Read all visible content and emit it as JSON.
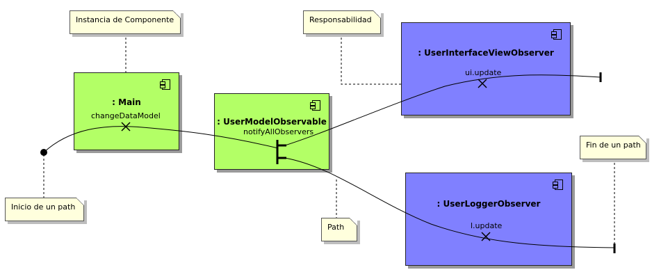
{
  "notes": {
    "instancia": "Instancia de Componente",
    "responsabilidad": "Responsabilidad",
    "fin": "Fin de un path",
    "inicio": "Inicio de un path",
    "path": "Path"
  },
  "components": {
    "main": {
      "title": ": Main",
      "responsibility": "changeDataModel",
      "color": "#b3ff66"
    },
    "model": {
      "title": ": UserModelObservable",
      "responsibility": "notifyAllObservers",
      "color": "#b3ff66"
    },
    "ui": {
      "title": ": UserInterfaceViewObserver",
      "responsibility": "ui.update",
      "color": "#8080ff"
    },
    "logger": {
      "title": ": UserLoggerObserver",
      "responsibility": "l.update",
      "color": "#8080ff"
    }
  },
  "icons": {
    "component": "component-icon",
    "start": "path-start-dot",
    "end": "path-end-bar",
    "responsibility": "responsibility-x-mark",
    "fork": "and-fork-bar"
  }
}
